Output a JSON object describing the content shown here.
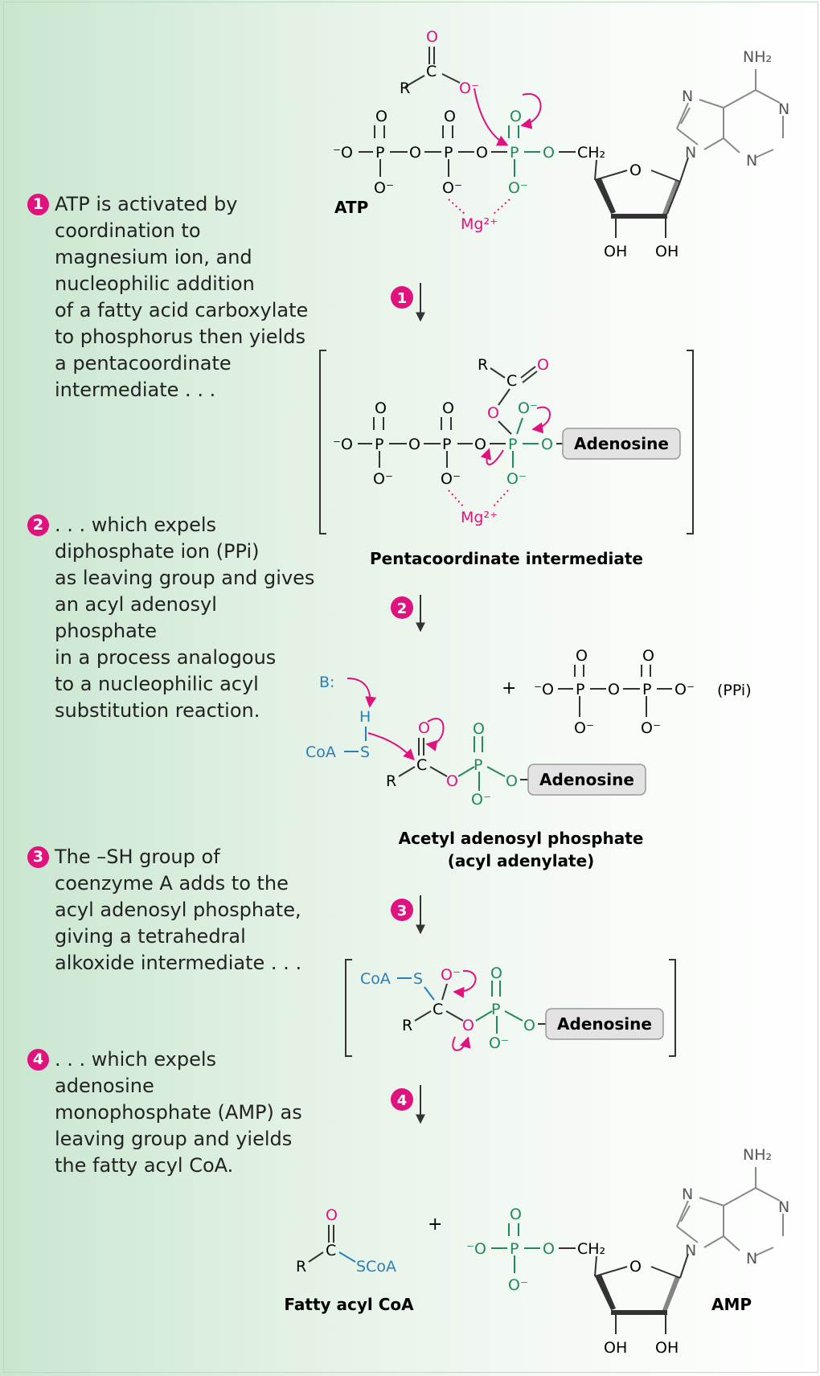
{
  "steps": [
    {
      "number": "1",
      "text": "ATP is activated by\ncoordination to\nmagnesium ion, and\nnucleophilic addition\nof a fatty acid carboxylate\nto phosphorus then yields\na pentacoordinate\nintermediate . . ."
    },
    {
      "number": "2",
      "text": ". . . which expels\ndiphosphate ion (PPi)\nas leaving group and gives\nan acyl adenosyl phosphate\nin a process analogous\nto a nucleophilic acyl\nsubstitution reaction."
    },
    {
      "number": "3",
      "text": "The –SH group of\ncoenzyme A adds to the\nacyl adenosyl phosphate,\ngiving a tetrahedral\nalkoxide intermediate . . ."
    },
    {
      "number": "4",
      "text": ". . . which expels adenosine\nmonophosphate (AMP) as\nleaving group and yields\nthe fatty acyl CoA."
    }
  ],
  "labels": {
    "atp": "ATP",
    "pentacoordinate": "Pentacoordinate intermediate",
    "acetyl_adenosyl_1": "Acetyl adenosyl phosphate",
    "acetyl_adenosyl_2": "(acyl adenylate)",
    "fatty_acyl_coa": "Fatty acyl CoA",
    "amp": "AMP",
    "ppi": "(PPi)",
    "adenosine": "Adenosine",
    "plus": "+"
  },
  "atoms": {
    "o": "O",
    "o_minus": "O⁻",
    "minus_o": "⁻O",
    "p": "P",
    "c": "C",
    "r": "R",
    "s": "S",
    "h": "H",
    "n": "N",
    "nh2": "NH₂",
    "ch2": "CH₂",
    "oh": "OH",
    "mg": "Mg²⁺",
    "coa": "CoA",
    "scoa": "SCoA",
    "base": "B:"
  },
  "colors": {
    "accent_magenta": "#e0127e",
    "phosphate_green": "#1f8a5b",
    "coa_blue": "#2a7fb8",
    "bond_dark": "#333333",
    "adenosine_box": "#e3e3e3"
  }
}
